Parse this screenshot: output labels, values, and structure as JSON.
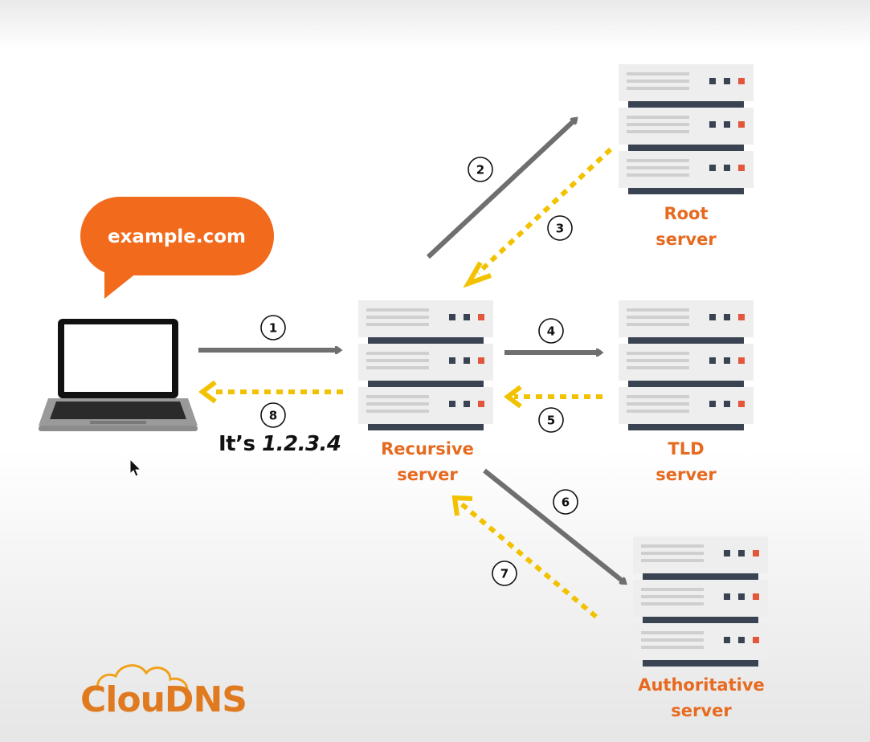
{
  "query_bubble": {
    "text": "example.com"
  },
  "answer": {
    "prefix": "It’s ",
    "ip": "1.2.3.4"
  },
  "servers": {
    "root": {
      "line1": "Root",
      "line2": "server"
    },
    "recursive": {
      "line1": "Recursive",
      "line2": "server"
    },
    "tld": {
      "line1": "TLD",
      "line2": "server"
    },
    "authoritative": {
      "line1": "Authoritative",
      "line2": "server"
    }
  },
  "steps": [
    "1",
    "2",
    "3",
    "4",
    "5",
    "6",
    "7",
    "8"
  ],
  "logo": {
    "text": "ClouDNS"
  },
  "colors": {
    "orange": "#e66a1f",
    "bubble": "#f26b1d",
    "request_arrow": "#6f6f6f",
    "response_arrow": "#f2c200",
    "server_body": "#eeeeee",
    "server_dark": "#3a4352",
    "led_red": "#e2573b"
  },
  "icons": [
    "laptop-icon",
    "server-rack-icon",
    "cloud-logo-icon",
    "mouse-cursor-icon"
  ]
}
